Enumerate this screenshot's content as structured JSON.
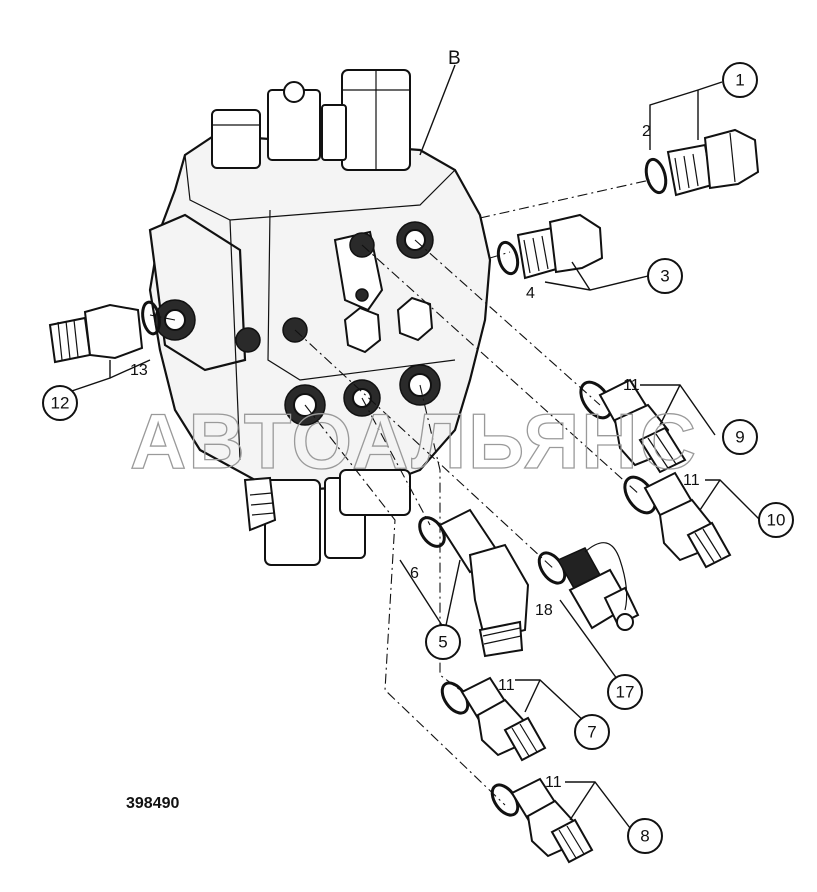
{
  "diagram": {
    "drawing_number": "398490",
    "watermark": "АВТОАЛЬЯНС",
    "assembly_label": "B",
    "callouts": [
      {
        "id": "c1",
        "label": "1"
      },
      {
        "id": "c3",
        "label": "3"
      },
      {
        "id": "c5",
        "label": "5"
      },
      {
        "id": "c7",
        "label": "7"
      },
      {
        "id": "c8",
        "label": "8"
      },
      {
        "id": "c9",
        "label": "9"
      },
      {
        "id": "c10",
        "label": "10"
      },
      {
        "id": "c12",
        "label": "12"
      },
      {
        "id": "c17",
        "label": "17"
      }
    ],
    "plain_labels": [
      {
        "id": "l2",
        "label": "2"
      },
      {
        "id": "l4",
        "label": "4"
      },
      {
        "id": "l6",
        "label": "6"
      },
      {
        "id": "l11a",
        "label": "11"
      },
      {
        "id": "l11b",
        "label": "11"
      },
      {
        "id": "l11c",
        "label": "11"
      },
      {
        "id": "l11d",
        "label": "11"
      },
      {
        "id": "l13",
        "label": "13"
      },
      {
        "id": "l18",
        "label": "18"
      }
    ]
  }
}
